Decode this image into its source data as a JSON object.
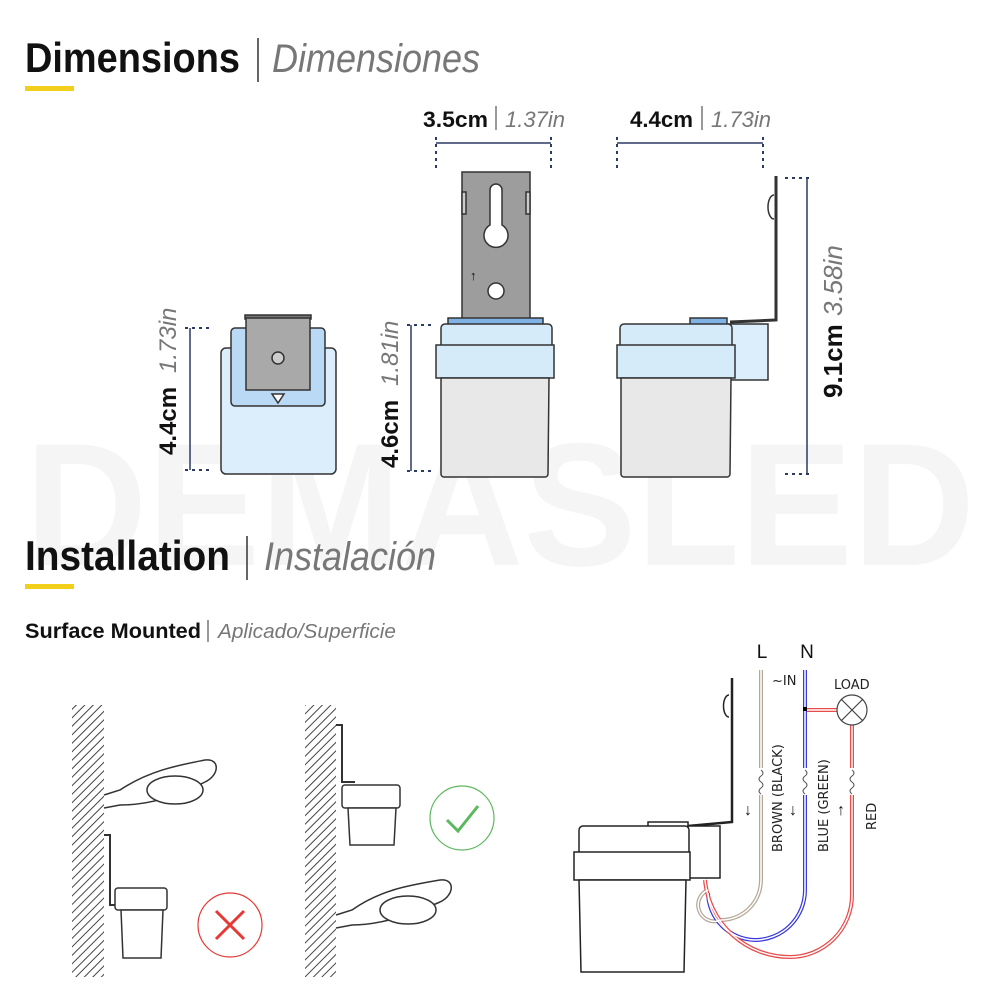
{
  "watermark": "DEMASLED",
  "dimensions": {
    "title": "Dimensions",
    "title_alt": "Dimensiones",
    "separator": "|",
    "bracket_width": {
      "cm": "3.5cm",
      "in": "1.37in"
    },
    "side_width": {
      "cm": "4.4cm",
      "in": "1.73in"
    },
    "total_height": {
      "cm": "9.1cm",
      "in": "3.58in"
    },
    "top_height": {
      "cm": "4.4cm",
      "in": "1.73in"
    },
    "body_height": {
      "cm": "4.6cm",
      "in": "1.81in"
    }
  },
  "installation": {
    "title": "Installation",
    "title_alt": "Instalación",
    "subtitle": "Surface Mounted",
    "subtitle_alt": "Aplicado/Superficie"
  },
  "wiring": {
    "line": "L",
    "neutral": "N",
    "input": "~IN",
    "load": "LOAD",
    "brown": "BROWN (BLACK)",
    "blue": "BLUE (GREEN)",
    "red": "RED"
  },
  "colors": {
    "accent": "#f2cf1a",
    "correct": "#5cb85c",
    "wrong": "#e53935",
    "body_blue": "#d6ebfa"
  }
}
